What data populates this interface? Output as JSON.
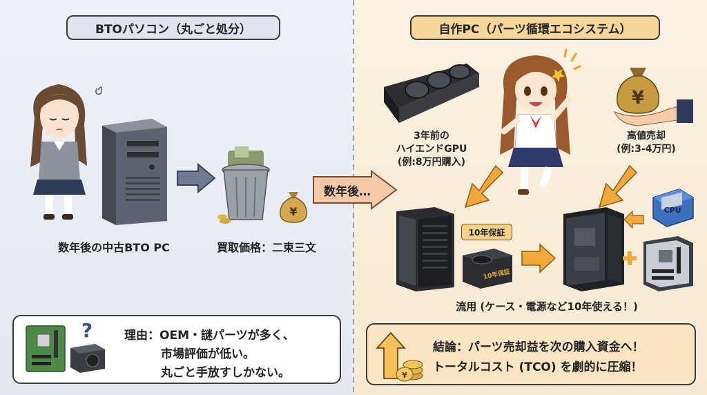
{
  "left": {
    "title": "BTOパソコン（丸ごと処分）",
    "pc_label": "数年後の中古BTO PC",
    "value_label": "買取価格：二束三文",
    "reason_lines": [
      "理由：OEM・謎パーツが多く、",
      "市場評価が低い。",
      "丸ごと手放すしかない。"
    ],
    "unknown_mark": "?",
    "money_mark": "¥"
  },
  "middle": {
    "arrow_text": "数年後…"
  },
  "right": {
    "title": "自作PC（パーツ循環エコシステム）",
    "gpu_label_lines": [
      "3年前の",
      "ハイエンドGPU",
      "(例:8万円購入)"
    ],
    "sale_label_lines": [
      "高値売却",
      "(例:3-4万円)"
    ],
    "warranty_badge": "10年保証",
    "psu_stamp": "10年保証",
    "cpu_label": "CPU",
    "reuse_label": "流用 (ケース・電源など10年使える！)",
    "conclusion_lines": [
      "結論：パーツ売却益を次の購入資金へ！",
      "トータルコスト (TCO) を劇的に圧縮！"
    ],
    "money_mark": "¥"
  }
}
